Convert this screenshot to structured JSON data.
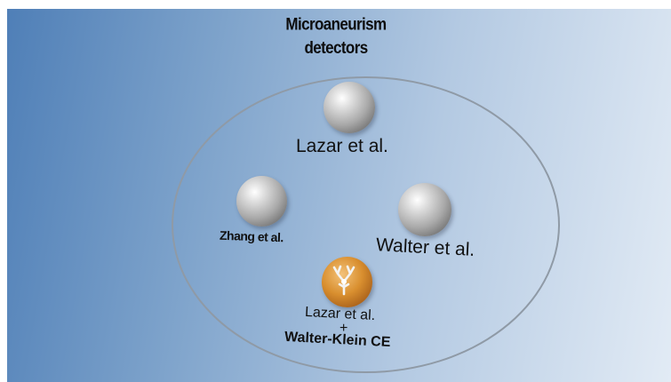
{
  "title": {
    "line1": "Microaneurism",
    "line2": "detectors"
  },
  "nodes": {
    "lazar": "Lazar et al.",
    "zhang": "Zhang et al.",
    "walter": "Walter et al.",
    "combined": {
      "line1": "Lazar et al.",
      "line2": "+",
      "line3": "Walter-Klein CE"
    }
  },
  "colors": {
    "background_left": "#4f7fb7",
    "background_right": "#e2ebf5",
    "sphere": "#a9a9a9",
    "sphere_highlight": "#d98f2f",
    "ellipse_border": "#8f9aa6"
  }
}
